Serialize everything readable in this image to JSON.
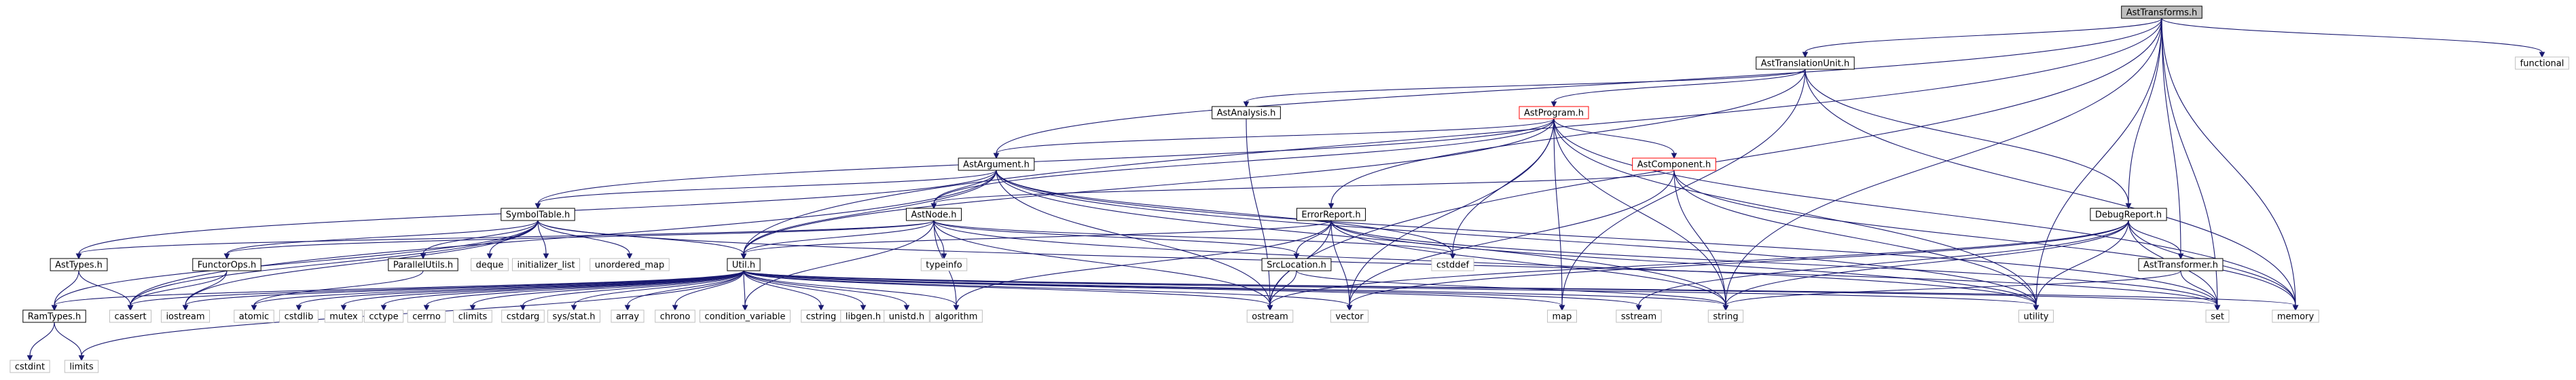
{
  "graph": {
    "kind": "include-dependency-graph",
    "colors": {
      "root_fill": "#bfbfbf",
      "node_fill": "#ffffff",
      "border_project": "#000000",
      "border_external": "#bfbfbf",
      "border_truncated": "#ff0000",
      "edge": "#191970"
    },
    "nodes": [
      {
        "id": "n0",
        "label": "AstTransforms.h",
        "type": "root"
      },
      {
        "id": "n1",
        "label": "AstTranslationUnit.h",
        "type": "project"
      },
      {
        "id": "n2",
        "label": "functional",
        "type": "external"
      },
      {
        "id": "n3",
        "label": "AstAnalysis.h",
        "type": "project"
      },
      {
        "id": "n4",
        "label": "AstProgram.h",
        "type": "truncated"
      },
      {
        "id": "n5",
        "label": "AstArgument.h",
        "type": "project"
      },
      {
        "id": "n6",
        "label": "AstComponent.h",
        "type": "truncated"
      },
      {
        "id": "n7",
        "label": "SymbolTable.h",
        "type": "project"
      },
      {
        "id": "n8",
        "label": "AstNode.h",
        "type": "project"
      },
      {
        "id": "n9",
        "label": "ErrorReport.h",
        "type": "project"
      },
      {
        "id": "n10",
        "label": "DebugReport.h",
        "type": "project"
      },
      {
        "id": "n11",
        "label": "AstTypes.h",
        "type": "project"
      },
      {
        "id": "n12",
        "label": "FunctorOps.h",
        "type": "project"
      },
      {
        "id": "n13",
        "label": "ParallelUtils.h",
        "type": "project"
      },
      {
        "id": "n14",
        "label": "deque",
        "type": "external"
      },
      {
        "id": "n15",
        "label": "initializer_list",
        "type": "external"
      },
      {
        "id": "n16",
        "label": "unordered_map",
        "type": "external"
      },
      {
        "id": "n17",
        "label": "typeinfo",
        "type": "external"
      },
      {
        "id": "n18",
        "label": "cstddef",
        "type": "external"
      },
      {
        "id": "n19",
        "label": "SrcLocation.h",
        "type": "project"
      },
      {
        "id": "n20",
        "label": "AstTransformer.h",
        "type": "project"
      },
      {
        "id": "n21",
        "label": "Util.h",
        "type": "project"
      },
      {
        "id": "n22",
        "label": "RamTypes.h",
        "type": "project"
      },
      {
        "id": "n23",
        "label": "cassert",
        "type": "external"
      },
      {
        "id": "n24",
        "label": "iostream",
        "type": "external"
      },
      {
        "id": "n25",
        "label": "atomic",
        "type": "external"
      },
      {
        "id": "n26",
        "label": "cstdlib",
        "type": "external"
      },
      {
        "id": "n27",
        "label": "mutex",
        "type": "external"
      },
      {
        "id": "n28",
        "label": "cctype",
        "type": "external"
      },
      {
        "id": "n29",
        "label": "cerrno",
        "type": "external"
      },
      {
        "id": "n30",
        "label": "climits",
        "type": "external"
      },
      {
        "id": "n31",
        "label": "cstdarg",
        "type": "external"
      },
      {
        "id": "n32",
        "label": "sys/stat.h",
        "type": "external"
      },
      {
        "id": "n33",
        "label": "array",
        "type": "external"
      },
      {
        "id": "n34",
        "label": "chrono",
        "type": "external"
      },
      {
        "id": "n35",
        "label": "condition_variable",
        "type": "external"
      },
      {
        "id": "n36",
        "label": "cstring",
        "type": "external"
      },
      {
        "id": "n37",
        "label": "libgen.h",
        "type": "external"
      },
      {
        "id": "n38",
        "label": "unistd.h",
        "type": "external"
      },
      {
        "id": "n39",
        "label": "algorithm",
        "type": "external"
      },
      {
        "id": "n40",
        "label": "ostream",
        "type": "external"
      },
      {
        "id": "n41",
        "label": "vector",
        "type": "external"
      },
      {
        "id": "n42",
        "label": "map",
        "type": "external"
      },
      {
        "id": "n43",
        "label": "sstream",
        "type": "external"
      },
      {
        "id": "n44",
        "label": "string",
        "type": "external"
      },
      {
        "id": "n45",
        "label": "utility",
        "type": "external"
      },
      {
        "id": "n46",
        "label": "set",
        "type": "external"
      },
      {
        "id": "n47",
        "label": "memory",
        "type": "external"
      },
      {
        "id": "n48",
        "label": "cstdint",
        "type": "external"
      },
      {
        "id": "n49",
        "label": "limits",
        "type": "external"
      }
    ],
    "edges": [
      [
        "n0",
        "n1"
      ],
      [
        "n0",
        "n2"
      ],
      [
        "n0",
        "n5"
      ],
      [
        "n0",
        "n10"
      ],
      [
        "n0",
        "n20"
      ],
      [
        "n0",
        "n21"
      ],
      [
        "n0",
        "n40"
      ],
      [
        "n0",
        "n44"
      ],
      [
        "n0",
        "n45"
      ],
      [
        "n0",
        "n46"
      ],
      [
        "n0",
        "n47"
      ],
      [
        "n1",
        "n3"
      ],
      [
        "n1",
        "n4"
      ],
      [
        "n1",
        "n9"
      ],
      [
        "n1",
        "n10"
      ],
      [
        "n1",
        "n42"
      ],
      [
        "n1",
        "n47"
      ],
      [
        "n3",
        "n40"
      ],
      [
        "n4",
        "n6"
      ],
      [
        "n4",
        "n5"
      ],
      [
        "n4",
        "n7"
      ],
      [
        "n4",
        "n8"
      ],
      [
        "n4",
        "n21"
      ],
      [
        "n4",
        "n18"
      ],
      [
        "n4",
        "n42"
      ],
      [
        "n4",
        "n44"
      ],
      [
        "n4",
        "n41"
      ],
      [
        "n4",
        "n45"
      ],
      [
        "n4",
        "n47"
      ],
      [
        "n5",
        "n7"
      ],
      [
        "n5",
        "n8"
      ],
      [
        "n5",
        "n11"
      ],
      [
        "n5",
        "n21"
      ],
      [
        "n5",
        "n18"
      ],
      [
        "n5",
        "n23"
      ],
      [
        "n5",
        "n40"
      ],
      [
        "n5",
        "n44"
      ],
      [
        "n5",
        "n45"
      ],
      [
        "n5",
        "n46"
      ],
      [
        "n6",
        "n8"
      ],
      [
        "n6",
        "n44"
      ],
      [
        "n6",
        "n41"
      ],
      [
        "n6",
        "n47"
      ],
      [
        "n6",
        "n45"
      ],
      [
        "n7",
        "n12"
      ],
      [
        "n7",
        "n13"
      ],
      [
        "n7",
        "n14"
      ],
      [
        "n7",
        "n15"
      ],
      [
        "n7",
        "n16"
      ],
      [
        "n7",
        "n21"
      ],
      [
        "n7",
        "n22"
      ],
      [
        "n7",
        "n23"
      ],
      [
        "n7",
        "n24"
      ],
      [
        "n7",
        "n46"
      ],
      [
        "n8",
        "n11"
      ],
      [
        "n8",
        "n12"
      ],
      [
        "n8",
        "n17"
      ],
      [
        "n8",
        "n18"
      ],
      [
        "n8",
        "n19"
      ],
      [
        "n8",
        "n21"
      ],
      [
        "n8",
        "n35"
      ],
      [
        "n8",
        "n39"
      ],
      [
        "n8",
        "n40"
      ],
      [
        "n8",
        "n45"
      ],
      [
        "n9",
        "n19"
      ],
      [
        "n9",
        "n21"
      ],
      [
        "n9",
        "n39"
      ],
      [
        "n9",
        "n40"
      ],
      [
        "n9",
        "n41"
      ],
      [
        "n9",
        "n44"
      ],
      [
        "n9",
        "n46"
      ],
      [
        "n9",
        "n45"
      ],
      [
        "n10",
        "n20"
      ],
      [
        "n10",
        "n40"
      ],
      [
        "n10",
        "n43"
      ],
      [
        "n10",
        "n44"
      ],
      [
        "n10",
        "n41"
      ],
      [
        "n10",
        "n45"
      ],
      [
        "n10",
        "n46"
      ],
      [
        "n10",
        "n47"
      ],
      [
        "n11",
        "n22"
      ],
      [
        "n11",
        "n23"
      ],
      [
        "n12",
        "n23"
      ],
      [
        "n12",
        "n24"
      ],
      [
        "n13",
        "n25"
      ],
      [
        "n19",
        "n40"
      ],
      [
        "n19",
        "n44"
      ],
      [
        "n20",
        "n46"
      ],
      [
        "n20",
        "n44"
      ],
      [
        "n21",
        "n22"
      ],
      [
        "n21",
        "n23"
      ],
      [
        "n21",
        "n24"
      ],
      [
        "n21",
        "n25"
      ],
      [
        "n21",
        "n26"
      ],
      [
        "n21",
        "n27"
      ],
      [
        "n21",
        "n28"
      ],
      [
        "n21",
        "n29"
      ],
      [
        "n21",
        "n30"
      ],
      [
        "n21",
        "n31"
      ],
      [
        "n21",
        "n32"
      ],
      [
        "n21",
        "n33"
      ],
      [
        "n21",
        "n34"
      ],
      [
        "n21",
        "n35"
      ],
      [
        "n21",
        "n36"
      ],
      [
        "n21",
        "n37"
      ],
      [
        "n21",
        "n38"
      ],
      [
        "n21",
        "n39"
      ],
      [
        "n21",
        "n40"
      ],
      [
        "n21",
        "n41"
      ],
      [
        "n21",
        "n42"
      ],
      [
        "n21",
        "n43"
      ],
      [
        "n21",
        "n44"
      ],
      [
        "n21",
        "n45"
      ],
      [
        "n21",
        "n46"
      ],
      [
        "n21",
        "n47"
      ],
      [
        "n21",
        "n49"
      ],
      [
        "n22",
        "n48"
      ],
      [
        "n22",
        "n49"
      ]
    ]
  }
}
